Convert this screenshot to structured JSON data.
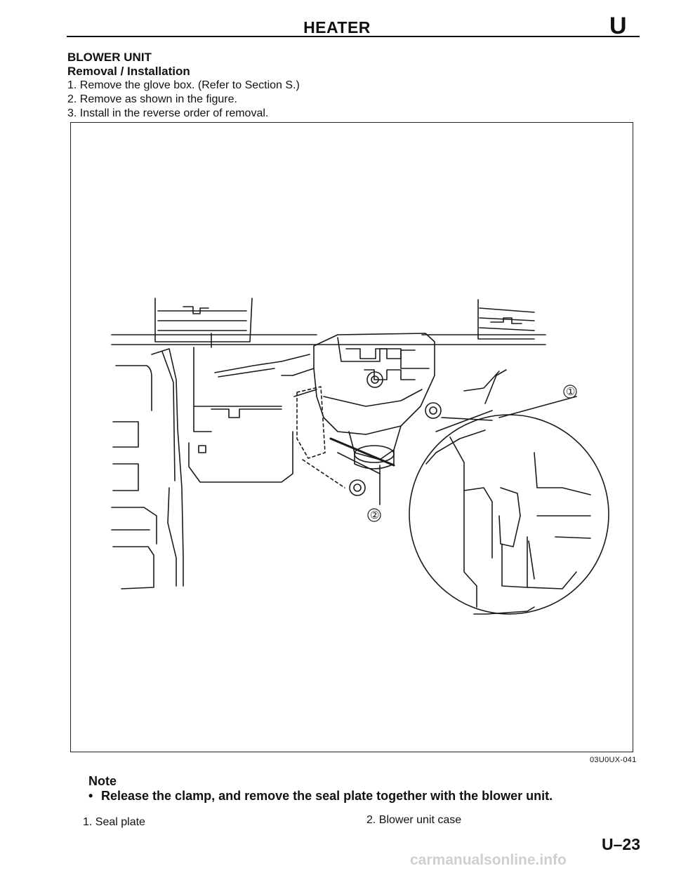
{
  "header": {
    "title": "HEATER",
    "section_letter": "U"
  },
  "content": {
    "section_heading": "BLOWER UNIT",
    "sub_heading": "Removal / Installation",
    "steps": [
      "1. Remove the glove box. (Refer to Section S.)",
      "2. Remove as shown in the figure.",
      "3. Install in the reverse order of removal."
    ]
  },
  "figure": {
    "callout_1": "①",
    "callout_2": "②",
    "figure_code": "03U0UX-041"
  },
  "note": {
    "title": "Note",
    "bullet": "•",
    "item": "Release the clamp, and remove the seal plate together with the blower unit."
  },
  "legend": {
    "item_1": "1. Seal plate",
    "item_2": "2. Blower unit case"
  },
  "footer": {
    "page_number": "U–23",
    "watermark": "carmanualsonline.info"
  }
}
